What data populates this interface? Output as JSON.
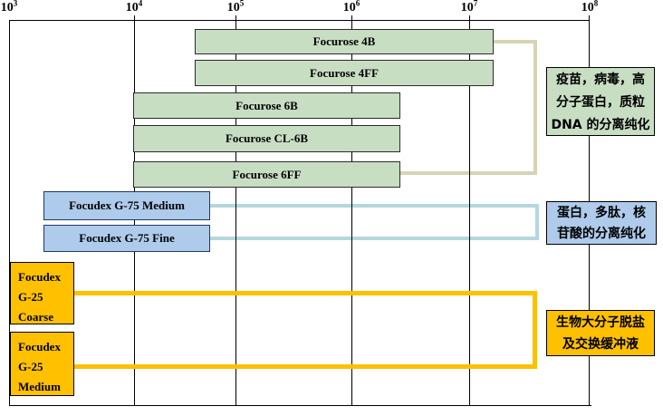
{
  "axis": {
    "ticks": [
      {
        "base": "10",
        "exp": "3"
      },
      {
        "base": "10",
        "exp": "4"
      },
      {
        "base": "10",
        "exp": "5"
      },
      {
        "base": "10",
        "exp": "6"
      },
      {
        "base": "10",
        "exp": "7"
      },
      {
        "base": "10",
        "exp": "8"
      }
    ]
  },
  "bars": [
    {
      "label": "Focurose 4B"
    },
    {
      "label": "Focurose 4FF"
    },
    {
      "label": "Focurose 6B"
    },
    {
      "label": "Focurose CL-6B"
    },
    {
      "label": "Focurose 6FF"
    },
    {
      "label": "Focudex G-75 Medium"
    },
    {
      "label": "Focudex G-75 Fine"
    }
  ],
  "g25": [
    {
      "lines": [
        "Focudex",
        "G-25",
        "Coarse"
      ]
    },
    {
      "lines": [
        "Focudex",
        "G-25",
        "Medium"
      ]
    }
  ],
  "notes": {
    "green": {
      "lines": [
        "疫苗，病毒，高",
        "分子蛋白，质粒",
        "DNA 的分离纯化"
      ]
    },
    "blue": {
      "lines": [
        "蛋白，多肽，核",
        "苷酸的分离纯化"
      ]
    },
    "yellow": {
      "lines": [
        "生物大分子脱盐",
        "及交换缓冲液"
      ]
    }
  },
  "colors": {
    "green_fill": "#C8DEC3",
    "blue_fill": "#AECBEB",
    "blue_border": "#1F3864",
    "yellow_fill": "#FFC000",
    "beige_connector": "#D8D3B4",
    "lightblue_connector": "#B4D7DE",
    "yellow_connector": "#FFC000",
    "axis_line": "#000000"
  },
  "chart_data": {
    "type": "bar",
    "subtype": "horizontal range bars (separation ranges) on log x-axis",
    "title": "",
    "xlabel": "",
    "ylabel": "",
    "x_scale": "log10",
    "x_tick_labels": [
      "10^3",
      "10^4",
      "10^5",
      "10^6",
      "10^7",
      "10^8"
    ],
    "xlim": [
      1000,
      100000000
    ],
    "grid": "vertical gridlines at each decade; top and bottom axis lines",
    "legend_position": "none",
    "series": [
      {
        "name": "Focurose 4B",
        "range_approx": [
          40000,
          16000000
        ],
        "color": "#C8DEC3"
      },
      {
        "name": "Focurose 4FF",
        "range_approx": [
          40000,
          16000000
        ],
        "color": "#C8DEC3"
      },
      {
        "name": "Focurose 6B",
        "range_approx": [
          10000,
          2600000
        ],
        "color": "#C8DEC3"
      },
      {
        "name": "Focurose CL-6B",
        "range_approx": [
          10000,
          2600000
        ],
        "color": "#C8DEC3"
      },
      {
        "name": "Focurose 6FF",
        "range_approx": [
          10000,
          2600000
        ],
        "color": "#C8DEC3"
      },
      {
        "name": "Focudex G-75 Medium",
        "range_approx": [
          1900,
          56000
        ],
        "color": "#AECBEB"
      },
      {
        "name": "Focudex G-75 Fine",
        "range_approx": [
          1900,
          56000
        ],
        "color": "#AECBEB"
      },
      {
        "name": "Focudex G-25 Coarse",
        "range_approx": [
          1000,
          3300
        ],
        "color": "#FFC000"
      },
      {
        "name": "Focudex G-25 Medium",
        "range_approx": [
          1000,
          3300
        ],
        "color": "#FFC000"
      }
    ],
    "annotations": [
      {
        "text": "疫苗，病毒，高分子蛋白，质粒DNA 的分离纯化",
        "applies_to": [
          "Focurose 4B",
          "Focurose 4FF",
          "Focurose 6B",
          "Focurose CL-6B",
          "Focurose 6FF"
        ],
        "fill": "#C8DEC3"
      },
      {
        "text": "蛋白，多肽，核苷酸的分离纯化",
        "applies_to": [
          "Focudex G-75 Medium",
          "Focudex G-75 Fine"
        ],
        "fill": "#AECBEB"
      },
      {
        "text": "生物大分子脱盐及交换缓冲液",
        "applies_to": [
          "Focudex G-25 Coarse",
          "Focudex G-25 Medium"
        ],
        "fill": "#FFC000"
      }
    ]
  }
}
